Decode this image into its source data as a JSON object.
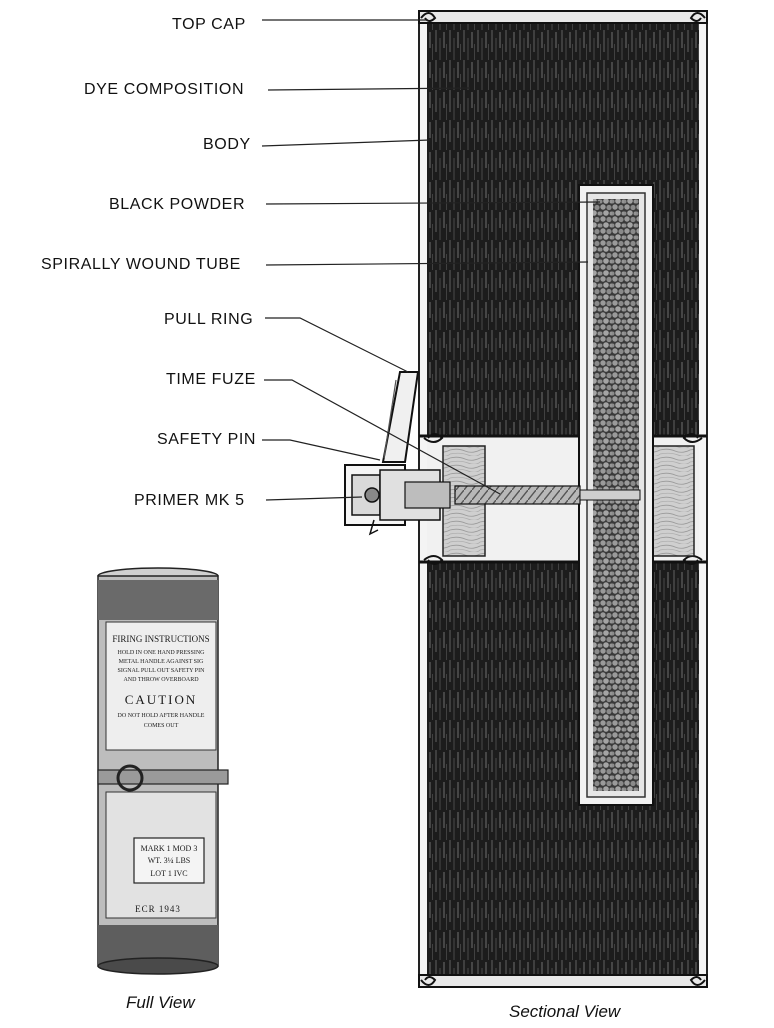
{
  "labels": {
    "top_cap": "TOP CAP",
    "dye_composition": "DYE COMPOSITION",
    "body": "BODY",
    "black_powder": "BLACK POWDER",
    "spirally_wound_tube": "SPIRALLY WOUND TUBE",
    "pull_ring": "PULL RING",
    "time_fuze": "TIME FUZE",
    "safety_pin": "SAFETY PIN",
    "primer": "PRIMER MK 5"
  },
  "captions": {
    "full_view": "Full View",
    "sectional_view": "Sectional View"
  },
  "full_view_label": {
    "instructions_title": "FIRING INSTRUCTIONS",
    "instructions_lines": [
      "HOLD IN ONE HAND PRESSING",
      "METAL HANDLE AGAINST SIG",
      "SIGNAL PULL OUT SAFETY PIN",
      "AND THROW OVERBOARD"
    ],
    "caution_title": "CAUTION",
    "caution_lines": [
      "DO NOT HOLD AFTER HANDLE",
      "COMES OUT"
    ],
    "mark_lines": [
      "MARK 1 MOD 3",
      "WT. 3¼ LBS",
      "LOT 1 IVC"
    ],
    "maker": "ECR 1943"
  }
}
